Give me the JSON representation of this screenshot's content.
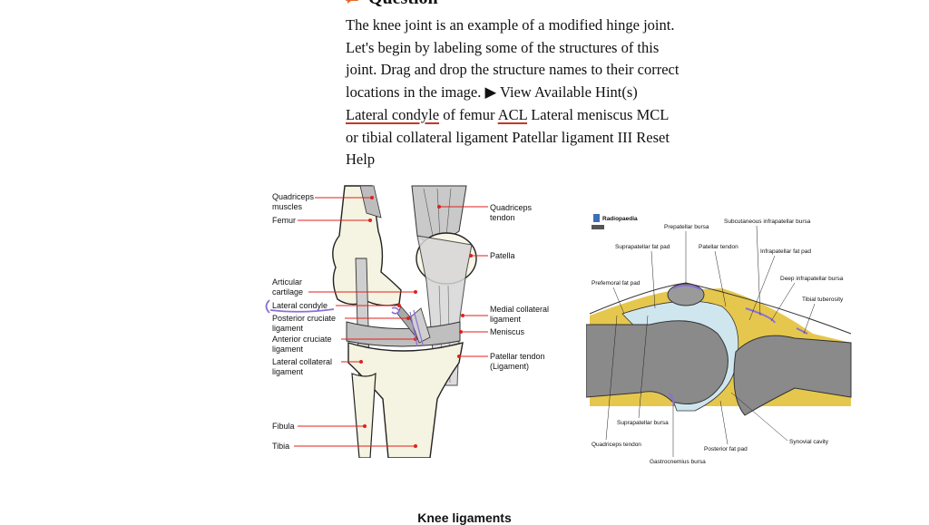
{
  "question": {
    "heading": "Question",
    "text_1": "The knee joint is an example of a modified hinge joint. Let's begin by labeling some of the structures of this joint. Drag and drop the structure names to their correct locations in the image. ",
    "view_hint_link": "▶ View Available Hint(s)",
    "word_lateral_condyle": "Lateral condyle",
    "text_of_femur": " of femur ",
    "word_acl": "ACL",
    "text_2": " Lateral meniscus MCL or tibial collateral ligament Patellar ligament ",
    "reset_icon": "III",
    "reset_label": " Reset",
    "help_label": " Help"
  },
  "left_figure": {
    "labels": {
      "quadriceps_muscles_1": "Quadriceps",
      "quadriceps_muscles_2": "muscles",
      "femur": "Femur",
      "articular_cartilage_1": "Articular",
      "articular_cartilage_2": "cartilage",
      "lateral_condyle": "Lateral condyle",
      "posterior_cruciate_1": "Posterior cruciate",
      "posterior_cruciate_2": "ligament",
      "anterior_cruciate_1": "Anterior cruciate",
      "anterior_cruciate_2": "ligament",
      "lateral_collateral_1": "Lateral collateral",
      "lateral_collateral_2": "ligament",
      "fibula": "Fibula",
      "tibia": "Tibia",
      "quadriceps_tendon_1": "Quadriceps",
      "quadriceps_tendon_2": "tendon",
      "patella": "Patella",
      "medial_collateral_1": "Medial collateral",
      "medial_collateral_2": "ligament",
      "meniscus": "Meniscus",
      "patellar_tendon_1": "Patellar tendon",
      "patellar_tendon_2": "(Ligament)"
    }
  },
  "right_figure": {
    "brand": "Radiopaedia",
    "labels": {
      "prepatellar_bursa": "Prepatellar bursa",
      "subcutaneous_infrapatellar_bursa": "Subcutaneous infrapatellar bursa",
      "suprapatellar_fat_pad": "Suprapatellar fat pad",
      "patellar_tendon": "Patellar tendon",
      "infrapatellar_fat_pad": "Infrapatellar fat pad",
      "prefemoral_fat_pad": "Prefemoral fat pad",
      "deep_infrapatellar_bursa": "Deep infrapatellar bursa",
      "tibial_tuberosity": "Tibial tuberosity",
      "suprapatellar_bursa": "Suprapatellar bursa",
      "quadriceps_tendon": "Quadriceps tendon",
      "gastrocnemius_bursa": "Gastrocnemius bursa",
      "posterior_fat_pad": "Posterior fat pad",
      "synovial_cavity": "Synovial cavity"
    }
  },
  "caption": "Knee ligaments",
  "colors": {
    "annotation": "#8b6fd6",
    "underline": "#c0392b",
    "leader": "#e0211c",
    "fat_pad": "#e3c13a",
    "bone": "#8a8a8a",
    "heading_icon": "#e46a2b"
  }
}
